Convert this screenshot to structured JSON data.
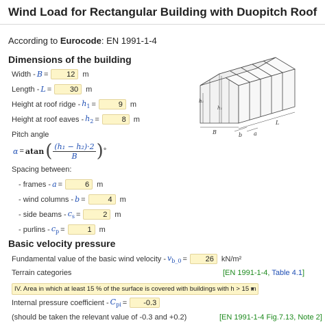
{
  "title": "Wind Load for Rectangular Building with Duopitch Roof",
  "standard": {
    "prefix": "According to ",
    "name": "Eurocode",
    "code": ": EN 1991-1-4"
  },
  "dimensions": {
    "heading": "Dimensions of the building",
    "width": {
      "label": "Width - ",
      "sym": "B",
      "value": "12",
      "unit": "m"
    },
    "length": {
      "label": "Length - ",
      "sym": "L",
      "value": "30",
      "unit": "m"
    },
    "ridge": {
      "label": "Height at roof ridge - ",
      "sym": "h",
      "sub": "1",
      "value": "9",
      "unit": "m"
    },
    "eaves": {
      "label": "Height at roof eaves - ",
      "sym": "h",
      "sub": "2",
      "value": "8",
      "unit": "m"
    },
    "pitch_label": "Pitch angle",
    "formula": {
      "alpha": "α",
      "eq": " = ",
      "fn": "atan",
      "num": "(h₁ − h₂)·2",
      "den": "B",
      "deg": "°"
    },
    "spacing_label": "Spacing between:",
    "frames": {
      "label": "- frames - ",
      "sym": "a",
      "value": "6",
      "unit": "m"
    },
    "columns": {
      "label": "- wind columns - ",
      "sym": "b",
      "value": "4",
      "unit": "m"
    },
    "side": {
      "label": "- side beams - ",
      "sym": "c",
      "sub": "s",
      "value": "2",
      "unit": "m"
    },
    "purlins": {
      "label": "- purlins - ",
      "sym": "c",
      "sub": "p",
      "value": "1",
      "unit": "m"
    }
  },
  "velocity": {
    "heading": "Basic velocity pressure",
    "fund": {
      "label": "Fundamental value of the basic wind velocity - ",
      "sym": "v",
      "sub": "b_0",
      "value": "26",
      "unit": "kN/m²"
    },
    "terrain_label": "Terrain categories",
    "terrain_ref_open": "[EN 1991-1-4, ",
    "terrain_ref_link": "Table 4.1",
    "terrain_ref_close": "]",
    "terrain_selected": "IV. Area in which at least 15 % of the surface is covered with buildings with h > 15 m",
    "cpi": {
      "label": "Internal pressure coefficient - ",
      "sym": "C",
      "sub": "pi",
      "value": "-0.3"
    },
    "note": "(should be taken the relevant value of -0.3 and +0.2)",
    "note_ref": "[EN 1991-1-4 Fig.7.13, Note 2]"
  },
  "sketch_labels": {
    "h1": "h₁",
    "h1b": "h₁",
    "B": "B",
    "a": "a",
    "b": "b",
    "L": "L"
  },
  "colors": {
    "field_bg": "#fdf5c8",
    "symbol": "#1f4fb4",
    "reference": "#1d8a1d"
  }
}
